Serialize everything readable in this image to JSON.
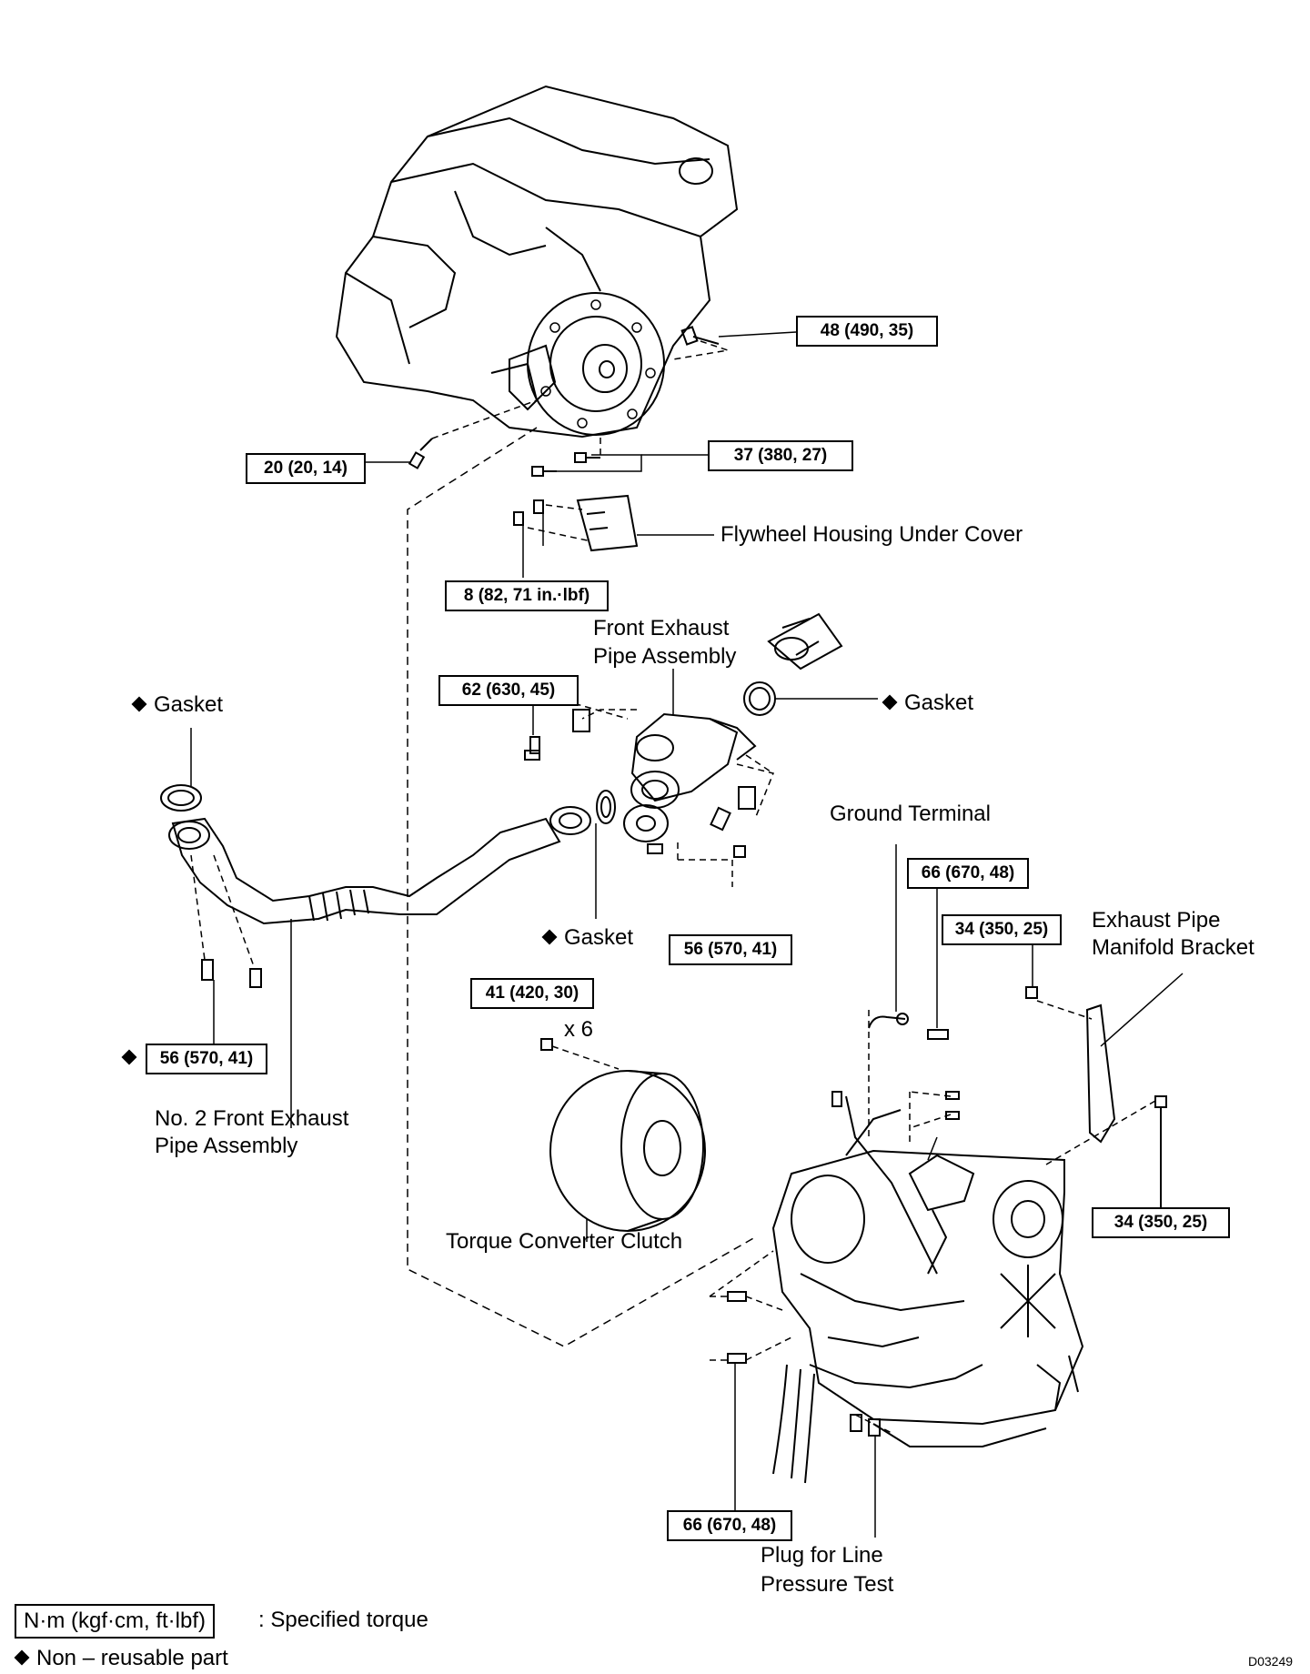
{
  "torque_labels": {
    "t48": "48 (490, 35)",
    "t20": "20 (20, 14)",
    "t37": "37 (380, 27)",
    "t8": "8 (82, 71 in.·lbf)",
    "t62": "62 (630, 45)",
    "t56_center": "56 (570, 41)",
    "t56_left": "56 (570, 41)",
    "t66_top": "66 (670, 48)",
    "t34_top": "34 (350, 25)",
    "t34_right": "34 (350, 25)",
    "t41": "41 (420, 30)",
    "t66_bottom": "66 (670, 48)"
  },
  "part_labels": {
    "flywheel_cover": "Flywheel Housing Under Cover",
    "front_exhaust_1": "Front Exhaust",
    "front_exhaust_2": "Pipe Assembly",
    "gasket_left": "Gasket",
    "gasket_right": "Gasket",
    "gasket_center": "Gasket",
    "ground_terminal": "Ground Terminal",
    "bracket_1": "Exhaust Pipe",
    "bracket_2": "Manifold Bracket",
    "no2_pipe_1": "No. 2 Front Exhaust",
    "no2_pipe_2": "Pipe Assembly",
    "torque_converter": "Torque Converter Clutch",
    "plug_1": "Plug for Line",
    "plug_2": "Pressure Test",
    "x6": "x 6"
  },
  "legend": {
    "unit_box": "N·m (kgf·cm, ft·lbf)",
    "unit_desc": ": Specified torque",
    "nonreusable": "Non – reusable part"
  },
  "figure_code": "D03249"
}
